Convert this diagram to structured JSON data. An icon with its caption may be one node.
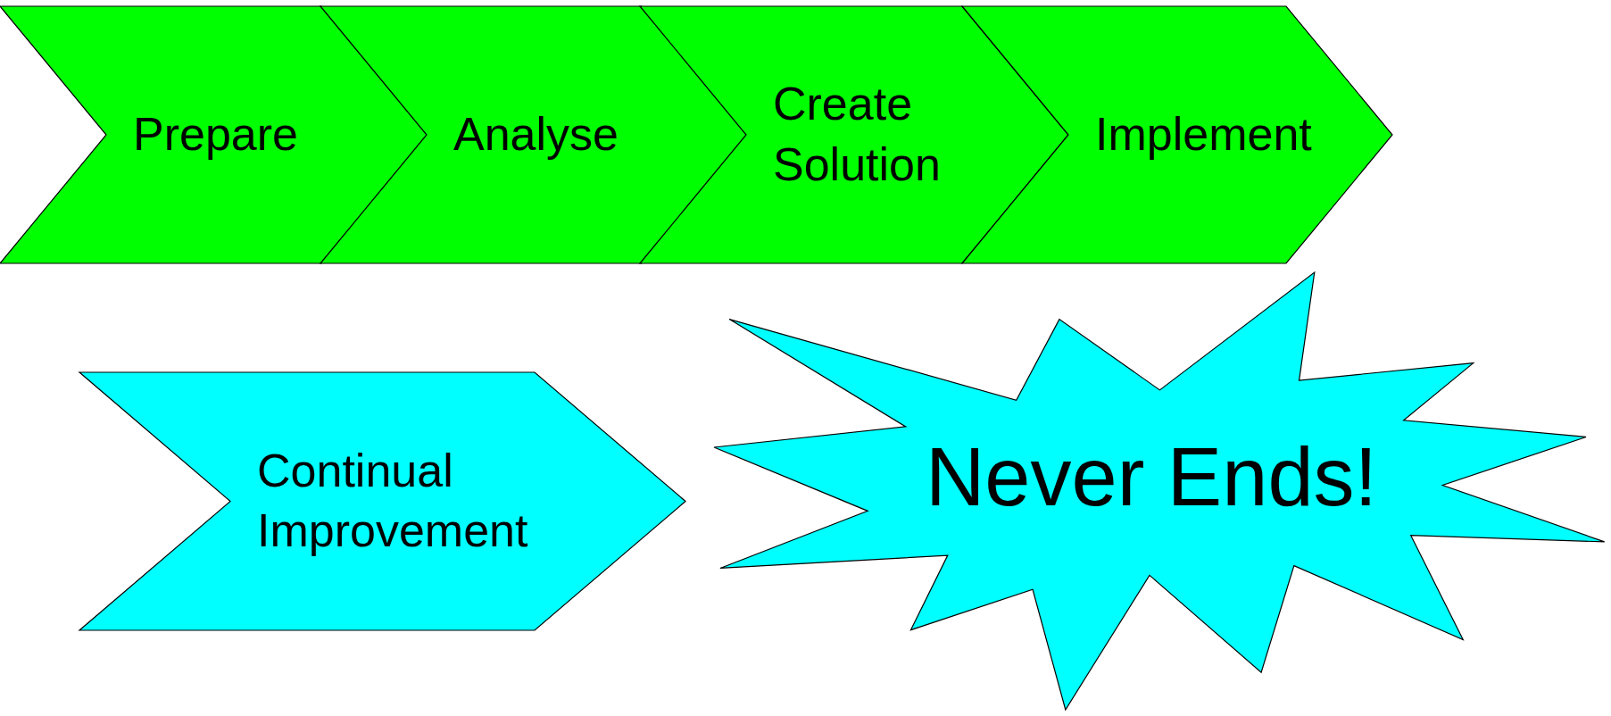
{
  "diagram": {
    "nodes": [
      {
        "text": [
          "Prepare"
        ]
      },
      {
        "text": [
          "Analyse"
        ]
      },
      {
        "text": [
          "Create Solution"
        ]
      },
      {
        "text": [
          "Implement"
        ]
      },
      {
        "text": [
          "Continual Improvement"
        ]
      },
      {
        "text": [
          "Never Ends!"
        ]
      }
    ]
  }
}
